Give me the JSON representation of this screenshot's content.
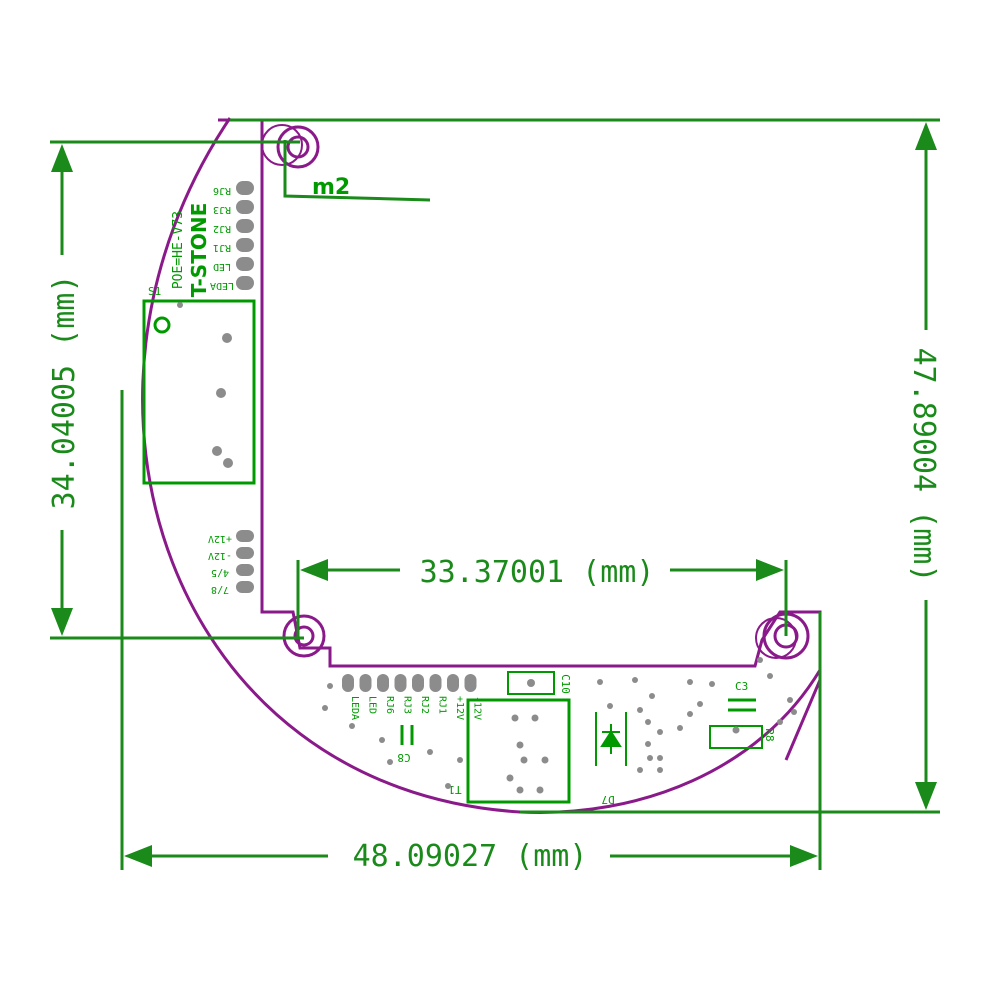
{
  "colors": {
    "dimension": "#1a8a1a",
    "outline": "#8a1a8a",
    "silkscreen": "#009a00",
    "pad": "#8c8c8c",
    "background": "#ffffff"
  },
  "dimensions": {
    "width_total": "48.09027 (mm)",
    "height_total": "47.89004 (mm)",
    "height_left": "34.04005 (mm)",
    "width_inner": "33.37001 (mm)"
  },
  "labels": {
    "hole_callout": "m2",
    "model": "POE=HE-V73",
    "brand": "T-STONE",
    "switch": "S1",
    "transformer": "T1",
    "diode": "D7",
    "cap_c3": "C3",
    "cap_c8": "C8",
    "cap_c10": "C10",
    "res_r8": "R8"
  },
  "left_header_pins": [
    "RJ6",
    "RJ3",
    "RJ2",
    "RJ1",
    "LED",
    "LEDA"
  ],
  "power_pins": [
    "+12V",
    "-12V",
    "4/5",
    "7/8"
  ],
  "bottom_header_pins": [
    "LEDA",
    "LED",
    "RJ6",
    "RJ3",
    "RJ2",
    "RJ1",
    "+12V",
    "-12V"
  ]
}
